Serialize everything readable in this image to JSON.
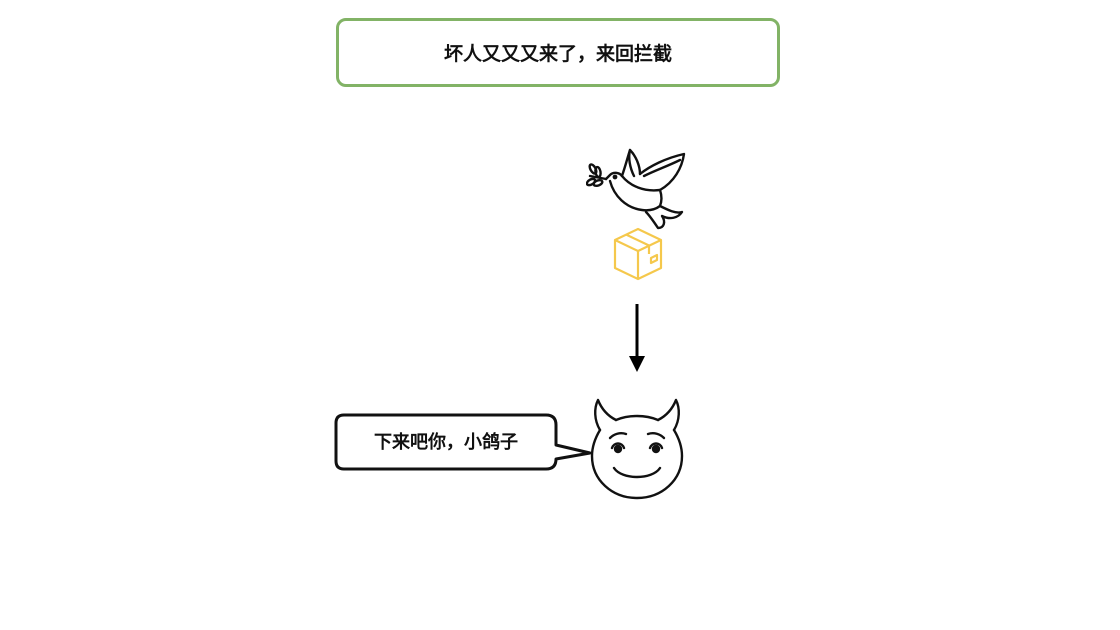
{
  "title": "坏人又又又来了，来回拦截",
  "speech": "下来吧你，小鸽子",
  "colors": {
    "title_border": "#82b366",
    "box_icon": "#f5c84c",
    "stroke": "#111111"
  },
  "icons": [
    "dove-icon",
    "package-box-icon",
    "down-arrow",
    "devil-face-icon",
    "speech-bubble"
  ]
}
